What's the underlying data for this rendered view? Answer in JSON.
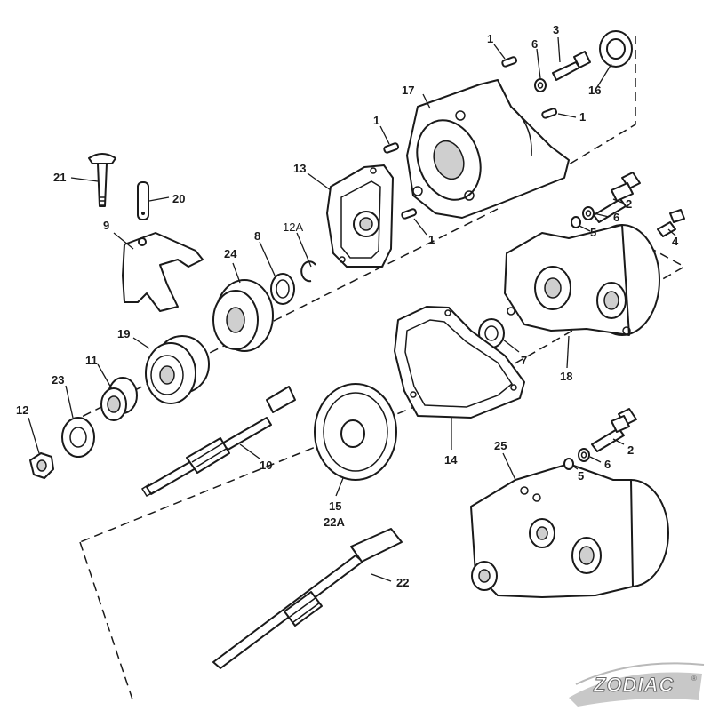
{
  "callouts": {
    "c1a": "1",
    "c1b": "1",
    "c1c": "1",
    "c1d": "1",
    "c2a": "2",
    "c2b": "2",
    "c3": "3",
    "c4": "4",
    "c5a": "5",
    "c5b": "5",
    "c6a": "6",
    "c6b": "6",
    "c6c": "6",
    "c7": "7",
    "c8": "8",
    "c9": "9",
    "c10": "10",
    "c11": "11",
    "c12": "12",
    "c12a": "12A",
    "c13": "13",
    "c14": "14",
    "c15": "15",
    "c15b": "22A",
    "c16": "16",
    "c17": "17",
    "c18": "18",
    "c19": "19",
    "c20": "20",
    "c21": "21",
    "c22": "22",
    "c23": "23",
    "c24": "24",
    "c25": "25"
  },
  "watermark": {
    "brand": "ZODIAC",
    "mark": "®"
  }
}
